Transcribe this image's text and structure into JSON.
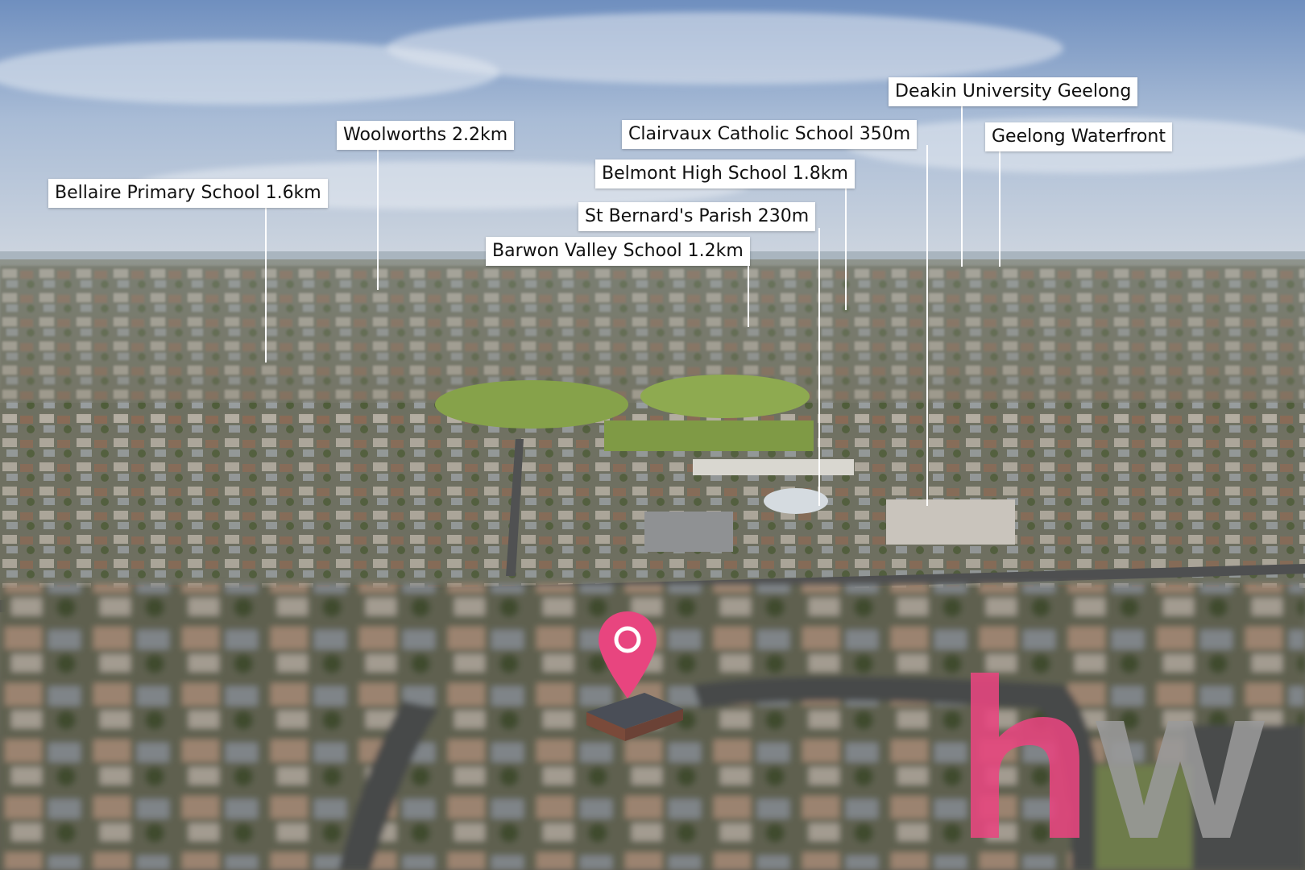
{
  "labels": [
    {
      "id": "bellaire",
      "text": "Bellaire Primary School 1.6km"
    },
    {
      "id": "woolworths",
      "text": "Woolworths 2.2km"
    },
    {
      "id": "barwon",
      "text": "Barwon Valley School 1.2km"
    },
    {
      "id": "stbernards",
      "text": "St Bernard's Parish 230m"
    },
    {
      "id": "belmont",
      "text": "Belmont High School 1.8km"
    },
    {
      "id": "clairvaux",
      "text": "Clairvaux Catholic School 350m"
    },
    {
      "id": "deakin",
      "text": "Deakin University Geelong"
    },
    {
      "id": "waterfront",
      "text": "Geelong Waterfront"
    }
  ],
  "colors": {
    "pin": "#e8457f",
    "logo_h": "#e8457f",
    "logo_w": "#9a9a9a",
    "label_bg": "#ffffff",
    "label_text": "#111111"
  },
  "icons": {
    "pin": "map-pin-icon",
    "logo": "hw-brand-logo"
  }
}
